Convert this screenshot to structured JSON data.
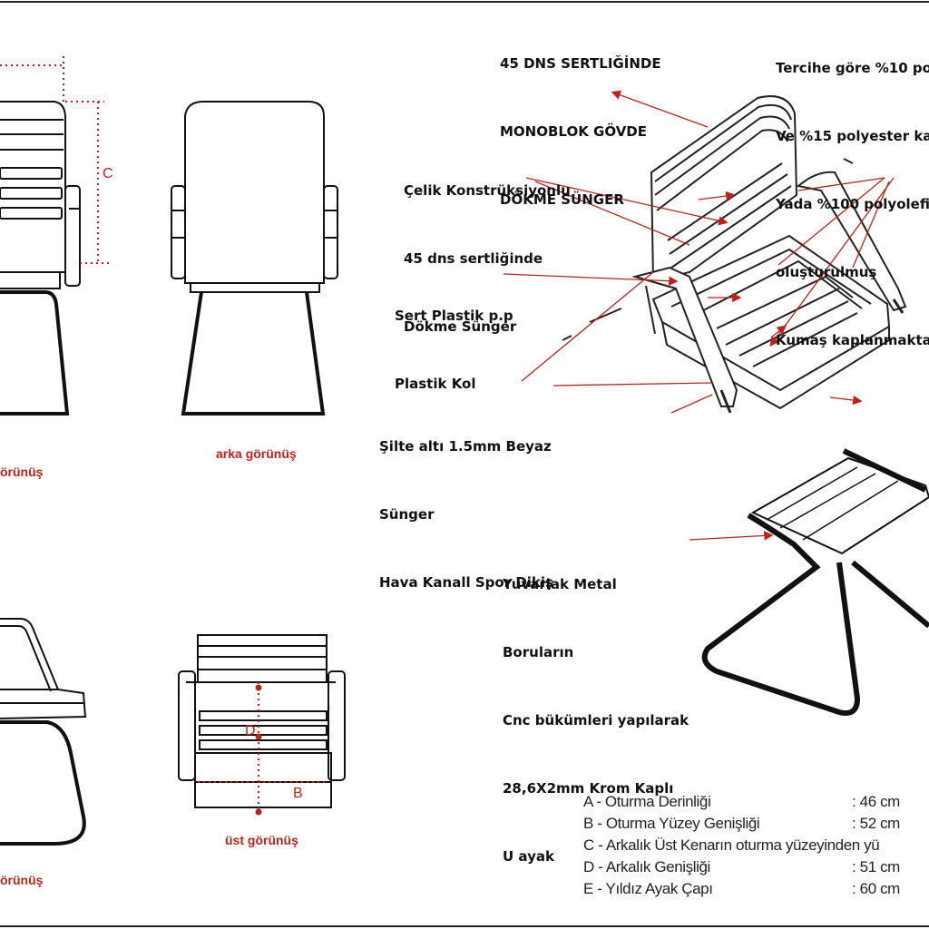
{
  "labels": {
    "monoblock": [
      "45 DNS SERTLIĞİNDE",
      "MONOBLOK GÖVDE",
      "DÖKME SÜNGER"
    ],
    "fabric": [
      "Tercihe göre %10 po",
      "Ve %15 polyester ka",
      "Yada %100 polyolefi",
      "oluşturulmuş",
      "Kumaş kaplanmakta"
    ],
    "steel": [
      "Çelik Konstrüksiyonlu",
      "45 dns sertliğinde",
      "Dökme Sünger"
    ],
    "plastic": [
      "Sert Plastik p.p",
      "Plastik Kol"
    ],
    "cushion": [
      "Şilte altı 1.5mm Beyaz",
      "Sünger",
      "Hava Kanall Spor Dikiş"
    ],
    "leg": [
      "Yuvarlak Metal",
      "Boruların",
      "Cnc bükümleri yapılarak",
      "28,6X2mm Krom Kaplı",
      "U ayak"
    ]
  },
  "views": {
    "front": "örünüş",
    "back": "arka görünüş",
    "top": "üst görünüş",
    "side": "örünüş"
  },
  "dimensions": {
    "c": "C",
    "d": "D",
    "b": "B"
  },
  "specs": [
    {
      "label": "A - Oturma Derinliği",
      "value": ": 46 cm"
    },
    {
      "label": "B - Oturma Yüzey Genişliği",
      "value": ": 52 cm"
    },
    {
      "label": "C - Arkalık Üst Kenarın oturma yüzeyinden yü",
      "value": ""
    },
    {
      "label": "D - Arkalık Genişliği",
      "value": ": 51 cm"
    },
    {
      "label": "E - Yıldız Ayak Çapı",
      "value": ": 60 cm"
    }
  ],
  "colors": {
    "accent": "#c0201a",
    "line": "#111111",
    "text": "#222222"
  }
}
